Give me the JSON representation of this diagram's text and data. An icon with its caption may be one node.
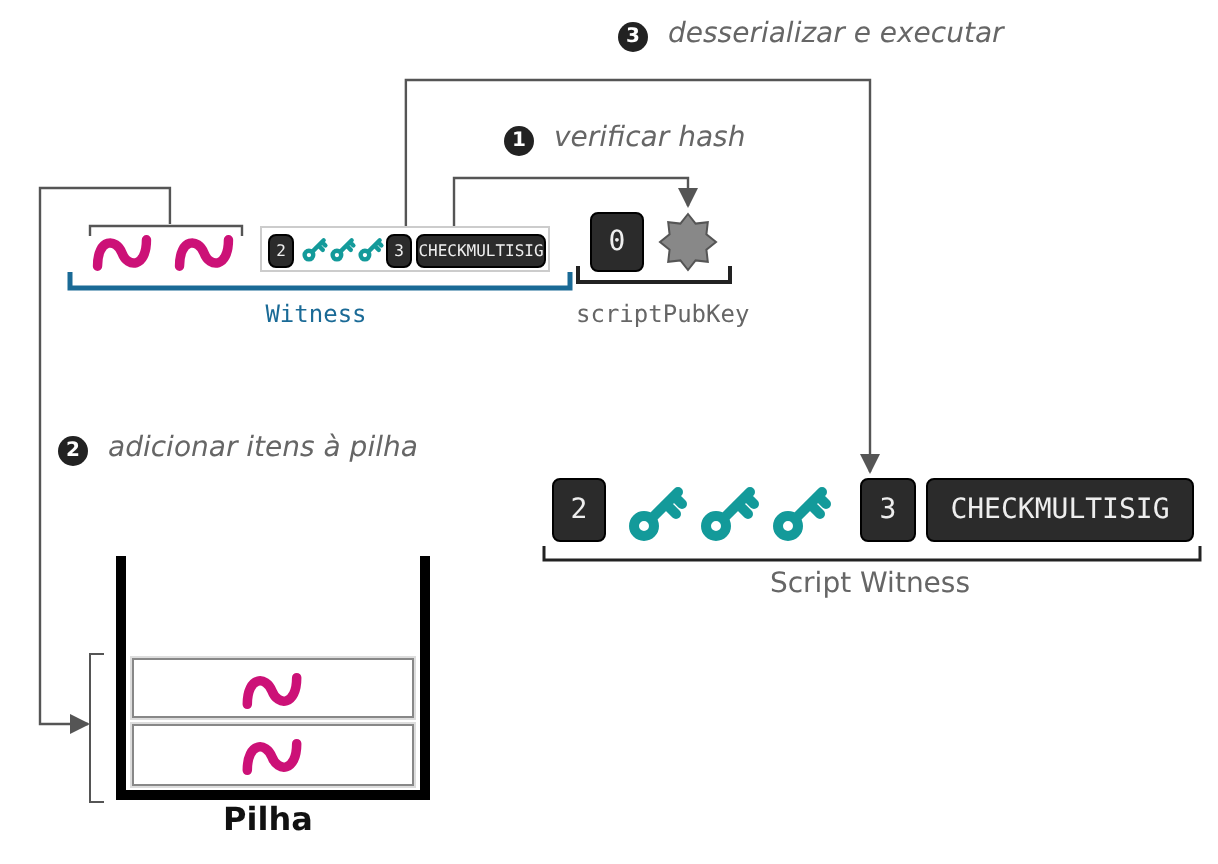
{
  "diagram": {
    "nodes": [
      {
        "text": [
          "Witness"
        ]
      },
      {
        "text": [],
        "shape": "box",
        "in": 0
      },
      {
        "text": [
          "2",
          "3",
          "CHECKMULTISIG"
        ],
        "in": 0
      },
      {
        "text": [
          "scriptPubKey"
        ]
      },
      {
        "text": [
          "0"
        ],
        "in": 3
      },
      {
        "text": [],
        "shape": "octagon",
        "in": 3
      },
      {
        "text": [
          "2",
          "3",
          "CHECKMULTISIG",
          "Script Witness"
        ]
      },
      {
        "text": [
          "Pilha"
        ]
      },
      {
        "text": [],
        "shape": "box",
        "in": 7
      },
      {
        "text": [],
        "shape": "box",
        "in": 7
      }
    ],
    "edges": [
      {
        "from": 2,
        "to": 6,
        "arrow": "to",
        "label": "desserializar e executar"
      },
      {
        "from": 2,
        "to": 5,
        "arrow": "to",
        "label": "verificar hash"
      },
      {
        "from": 1,
        "to": 7,
        "arrow": "to",
        "label": "adicionar itens à pilha"
      }
    ],
    "labels": [
      "3",
      "1",
      "2"
    ]
  }
}
